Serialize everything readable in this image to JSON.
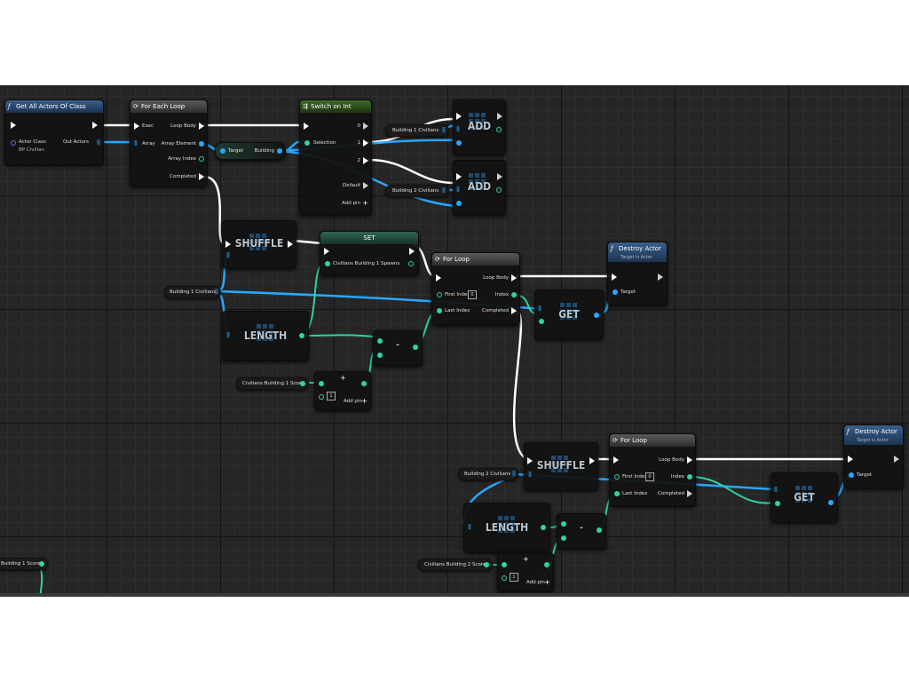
{
  "nodes": {
    "get_all_actors": {
      "title": "Get All Actors Of Class",
      "actor_class_label": "Actor Class",
      "actor_class_value": "BP Civilian",
      "out_actors_label": "Out Actors"
    },
    "for_each_loop": {
      "title": "For Each Loop",
      "exec_label": "Exec",
      "array_label": "Array",
      "loop_body_label": "Loop Body",
      "array_element_label": "Array Element",
      "array_index_label": "Array Index",
      "completed_label": "Completed"
    },
    "building_cast": {
      "target_label": "Target",
      "building_label": "Building"
    },
    "switch_on_int": {
      "title": "Switch on Int",
      "selection_label": "Selection",
      "out_0": "0",
      "out_1": "1",
      "out_2": "2",
      "default_label": "Default",
      "add_pin_label": "Add pin"
    },
    "add_1": {
      "title": "ADD"
    },
    "add_2": {
      "title": "ADD"
    },
    "var_b1_civ_top": {
      "label": "Building 1 Civilians"
    },
    "var_b2_civ_top": {
      "label": "Building 2 Civilians"
    },
    "shuffle_1": {
      "title": "SHUFFLE"
    },
    "set_node": {
      "title": "SET",
      "var_label": "Civilians Building 1 Spawns"
    },
    "for_loop_1": {
      "title": "For Loop",
      "first_index_label": "First Index",
      "first_index_value": "0",
      "last_index_label": "Last Index",
      "loop_body_label": "Loop Body",
      "index_label": "Index",
      "completed_label": "Completed"
    },
    "destroy_actor_1": {
      "title": "Destroy Actor",
      "subtitle": "Target is Actor",
      "target_label": "Target"
    },
    "var_b1_civ_mid": {
      "label": "Building 1 Civilians"
    },
    "length_1": {
      "title": "LENGTH"
    },
    "get_1": {
      "title": "GET"
    },
    "minus_1": {
      "title": "-"
    },
    "var_civ_b1_score": {
      "label": "Civilians Building 1 Score"
    },
    "add_int_1": {
      "value": "1",
      "add_pin_label": "Add pin"
    },
    "shuffle_2": {
      "title": "SHUFFLE"
    },
    "var_b2_civ_low": {
      "label": "Building 2 Civilians"
    },
    "for_loop_2": {
      "title": "For Loop",
      "first_index_label": "First Index",
      "first_index_value": "0",
      "last_index_label": "Last Index",
      "loop_body_label": "Loop Body",
      "index_label": "Index",
      "completed_label": "Completed"
    },
    "destroy_actor_2": {
      "title": "Destroy Actor",
      "subtitle": "Target is Actor",
      "target_label": "Target"
    },
    "get_2": {
      "title": "GET"
    },
    "length_2": {
      "title": "LENGTH"
    },
    "minus_2": {
      "title": "-"
    },
    "var_civ_b2_score": {
      "label": "Civilians Building 2 Score"
    },
    "add_int_2": {
      "value": "1",
      "add_pin_label": "Add pin"
    },
    "var_b1_score_edge": {
      "label": "Building 1 Score"
    }
  },
  "colors": {
    "exec_wire": "#ffffff",
    "array_wire": "#28a7ff",
    "int_wire": "#2fd3a6",
    "function_header": "#2d4b72",
    "graph_bg": "#262626"
  }
}
